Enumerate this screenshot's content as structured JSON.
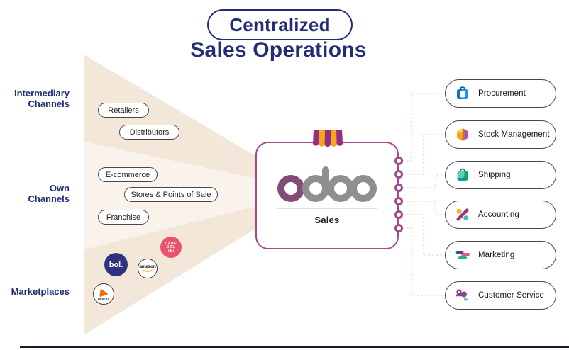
{
  "title": {
    "badge": "Centralized",
    "subtitle": "Sales Operations"
  },
  "channel_groups": [
    {
      "label": "Intermediary Channels",
      "items": [
        "Retailers",
        "Distributors"
      ]
    },
    {
      "label": "Own Channels",
      "items": [
        "E-commerce",
        "Stores & Points of Sale",
        "Franchise"
      ]
    },
    {
      "label": "Marketplaces",
      "marketplaces": [
        {
          "name": "bol",
          "text": "bol."
        },
        {
          "name": "amazon",
          "text": "amazon"
        },
        {
          "name": "la-redoute",
          "lines": [
            "LARE",
            "DOU",
            "TE!"
          ]
        },
        {
          "name": "zalando",
          "text": "zalando"
        }
      ]
    }
  ],
  "center": {
    "logo": "odoo",
    "app_label": "Sales",
    "awning_icon": "storefront-awning-icon"
  },
  "right_items": [
    {
      "icon": "procurement-bag-icon",
      "label": "Procurement"
    },
    {
      "icon": "stock-cube-icon",
      "label": "Stock Management"
    },
    {
      "icon": "shipping-bag-icon",
      "label": "Shipping"
    },
    {
      "icon": "accounting-percent-icon",
      "label": "Accounting"
    },
    {
      "icon": "marketing-flow-icon",
      "label": "Marketing"
    },
    {
      "icon": "customer-service-icon",
      "label": "Customer Service"
    }
  ],
  "colors": {
    "navy": "#232c77",
    "funnel_dark": "#f3e7da",
    "funnel_light": "#faf3ec",
    "box_border": "#a3498f",
    "odoo_purple": "#824c77",
    "odoo_gray": "#8f8f8f",
    "awning_purple": "#952e7d",
    "awning_amber": "#f7a51b",
    "connector_pink": "#efd3e2",
    "bol_navy": "#2f327f",
    "laredoute_pink": "#e9536f",
    "zalando_orange": "#f56a00",
    "amazon_orange": "#ff9900"
  }
}
